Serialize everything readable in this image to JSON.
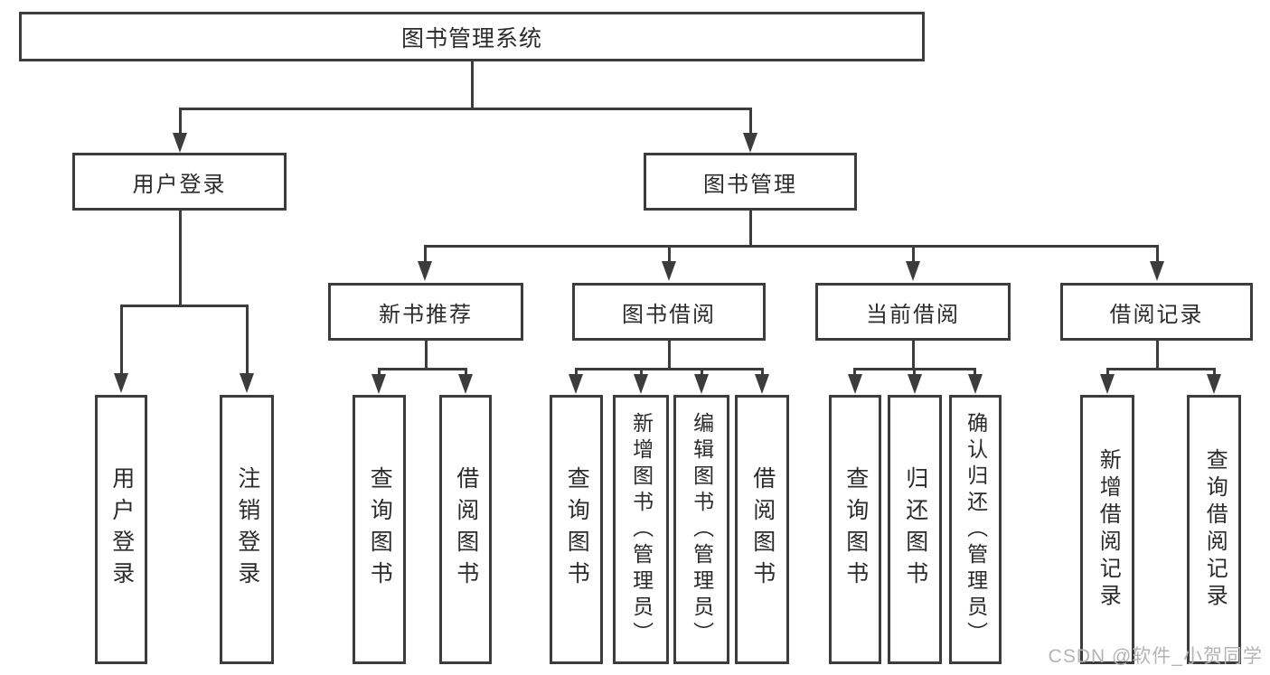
{
  "diagram": {
    "root": {
      "label": "图书管理系统"
    },
    "level1": [
      {
        "id": "user-login",
        "label": "用户登录"
      },
      {
        "id": "book-management",
        "label": "图书管理"
      }
    ],
    "level2": [
      {
        "id": "new-book-recommend",
        "label": "新书推荐",
        "parent": "book-management"
      },
      {
        "id": "book-borrow",
        "label": "图书借阅",
        "parent": "book-management"
      },
      {
        "id": "current-borrow",
        "label": "当前借阅",
        "parent": "book-management"
      },
      {
        "id": "borrow-records",
        "label": "借阅记录",
        "parent": "book-management"
      }
    ],
    "leaves": [
      {
        "parent": "user-login",
        "label": "用户登录"
      },
      {
        "parent": "user-login",
        "label": "注销登录"
      },
      {
        "parent": "new-book-recommend",
        "label": "查询图书"
      },
      {
        "parent": "new-book-recommend",
        "label": "借阅图书"
      },
      {
        "parent": "book-borrow",
        "label": "查询图书"
      },
      {
        "parent": "book-borrow",
        "label": "新增图书（管理员）"
      },
      {
        "parent": "book-borrow",
        "label": "编辑图书（管理员）"
      },
      {
        "parent": "book-borrow",
        "label": "借阅图书"
      },
      {
        "parent": "current-borrow",
        "label": "查询图书"
      },
      {
        "parent": "current-borrow",
        "label": "归还图书"
      },
      {
        "parent": "current-borrow",
        "label": "确认归还（管理员）"
      },
      {
        "parent": "borrow-records",
        "label": "新增借阅记录"
      },
      {
        "parent": "borrow-records",
        "label": "查询借阅记录"
      }
    ],
    "watermark": "CSDN @软件_小贺同学",
    "colors": {
      "line": "#3c3c3c",
      "text": "#2b2b2b",
      "watermark": "#b4b4b6",
      "background": "#ffffff"
    }
  }
}
